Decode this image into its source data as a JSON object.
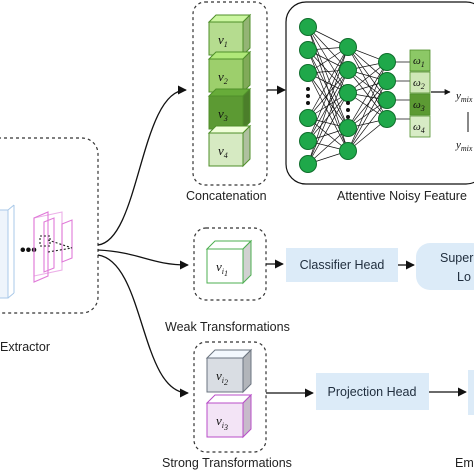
{
  "labels": {
    "extractor": "Extractor",
    "concatenation": "Concatenation",
    "attentive": "Attentive Noisy Feature",
    "weak": "Weak Transformations",
    "strong": "Strong Transformations",
    "classifier_head": "Classifier Head",
    "projection_head": "Projection Head",
    "supervised_line1": "Super",
    "supervised_line2": "Lo",
    "embedding": "Em"
  },
  "concat_cubes": [
    {
      "sym": "v",
      "sub": "1",
      "color": "#b5dc8f"
    },
    {
      "sym": "v",
      "sub": "2",
      "color": "#9dcf6c"
    },
    {
      "sym": "v",
      "sub": "3",
      "color": "#5c9a33"
    },
    {
      "sym": "v",
      "sub": "4",
      "color": "#d6eac2"
    }
  ],
  "weights": [
    {
      "sym": "ω",
      "sub": "1"
    },
    {
      "sym": "ω",
      "sub": "2"
    },
    {
      "sym": "ω",
      "sub": "3"
    },
    {
      "sym": "ω",
      "sub": "4"
    }
  ],
  "outputs": [
    {
      "sym": "y",
      "sub": "mix"
    },
    {
      "sym": "y",
      "sub": "mix"
    }
  ],
  "weak_cube": {
    "sym": "v",
    "sub": "i",
    "sub2": "1"
  },
  "strong_cubes": [
    {
      "sym": "v",
      "sub": "i",
      "sub2": "2"
    },
    {
      "sym": "v",
      "sub": "i",
      "sub2": "3"
    }
  ],
  "colors": {
    "node": "#1fa84a",
    "node_stroke": "#0f6e2c",
    "head_fill": "#dcebf8",
    "cube_weak_edge": "#4caf50",
    "cube_gray": "#d9dde3",
    "cube_purple_edge": "#b84ec8",
    "extractor_pink": "#e07ad8",
    "extractor_blue": "#a9c8e8"
  }
}
